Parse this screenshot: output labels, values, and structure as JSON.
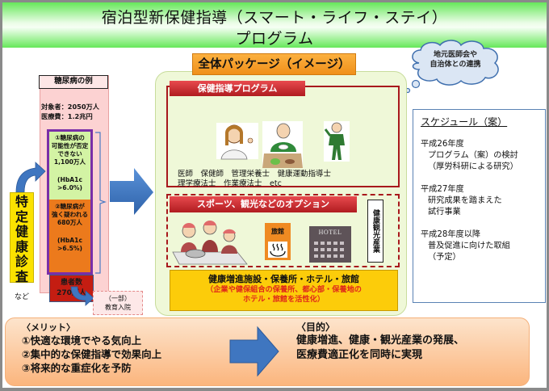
{
  "title": {
    "line1": "宿泊型新保健指導（スマート・ライフ・ステイ）",
    "line2": "プログラム"
  },
  "cloud": {
    "line1": "地元医師会や",
    "line2": "自治体との連携"
  },
  "diabetes": {
    "header": "糖尿病の例",
    "target": "対象者：2050万人",
    "cost": "医療費：1.2兆円",
    "stage1": {
      "line1": "①糖尿病の",
      "line2": "可能性が否定",
      "line3": "できない",
      "line4": "1,100万人",
      "hba1c": "(HbA1c >6.0%)"
    },
    "stage2": {
      "line1": "②糖尿病が",
      "line2": "強く疑われる",
      "line3": "680万人",
      "hba1c": "(HbA1c >6.5%)"
    },
    "stage3": {
      "line1": "患者数",
      "line2": "270万人"
    }
  },
  "checkup": {
    "label": "特定健康診査",
    "suffix": "など"
  },
  "education": {
    "line1": "（一部）",
    "line2": "教育入院"
  },
  "package": {
    "label": "全体パッケージ（イメージ）",
    "program_tab": "保健指導プログラム",
    "staff_line1": "医師　保健師　管理栄養士　健康運動指導士",
    "staff_line2": "理学療法士　作業療法士　etc",
    "option_tab": "スポーツ、観光などのオプション",
    "tourism": "健康観光産業",
    "ryokan_label": "旅館",
    "hotel_label": "HOTEL",
    "facility_main": "健康増進施設・保養所・ホテル・旅館",
    "facility_sub1": "（企業や健保組合の保養所、都心部・保養地の",
    "facility_sub2": "ホテル・旅館を活性化）"
  },
  "schedule": {
    "title": "スケジュール（案）",
    "items": [
      {
        "year": "平成26年度",
        "lines": [
          "プログラム（案）の検討",
          "（厚労科研による研究）"
        ]
      },
      {
        "year": "平成27年度",
        "lines": [
          "研究成果を踏まえた",
          "試行事業"
        ]
      },
      {
        "year": "平成28年度以降",
        "lines": [
          "普及促進に向けた取組",
          "（予定）"
        ]
      }
    ]
  },
  "merit": {
    "heading": "〈メリット〉",
    "items": [
      "①快適な環境でやる気向上",
      "②集中的な保健指導で効果向上",
      "③将来的な重症化を予防"
    ]
  },
  "goal": {
    "heading": "〈目的〉",
    "line1": "健康増進、健康・観光産業の発展、",
    "line2": "医療費適正化を同時に実現"
  },
  "colors": {
    "title_green": "#66e85a",
    "package_orange": "#f0901a",
    "tab_red": "#b01c20",
    "facility_yellow": "#fccc0a",
    "facility_sub_red": "#e0281a",
    "arrow_blue": "#3f76c0",
    "stage_purple": "#7a2ea8"
  }
}
